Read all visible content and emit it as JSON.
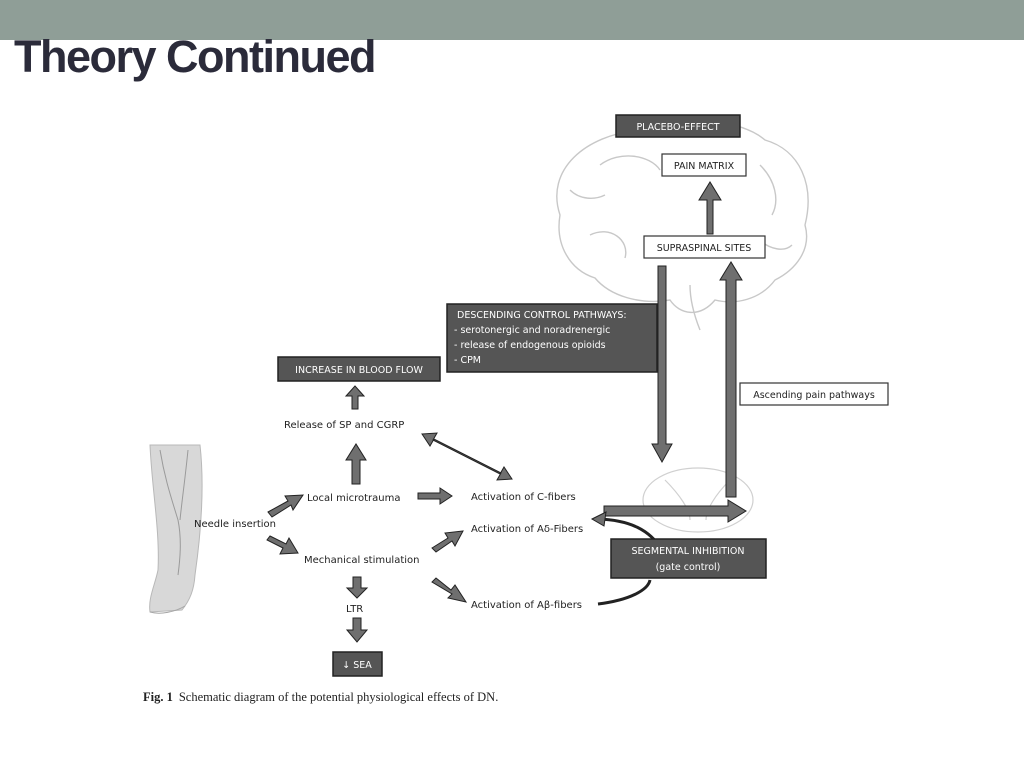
{
  "slide": {
    "title": "Theory Continued",
    "colors": {
      "top_bar": "#8f9e97",
      "title": "#2b2b3a",
      "box_dark": "#555555",
      "arrow_fill": "#6f6f6f"
    }
  },
  "diagram": {
    "boxes": {
      "placebo_effect": "PLACEBO-EFFECT",
      "pain_matrix": "PAIN MATRIX",
      "supraspinal_sites": "SUPRASPINAL SITES",
      "descending_control": {
        "heading": "DESCENDING CONTROL PATHWAYS:",
        "items": [
          "-   serotonergic and noradrenergic",
          "-   release of endogenous opioids",
          "-   CPM"
        ]
      },
      "increase_blood_flow": "INCREASE IN BLOOD FLOW",
      "ascending_pain_pathways": "Ascending pain pathways",
      "segmental_inhibition": {
        "line1": "SEGMENTAL INHIBITION",
        "line2": "(gate control)"
      },
      "sea": "↓ SEA"
    },
    "labels": {
      "release_sp_cgrp": "Release of SP and CGRP",
      "local_microtrauma": "Local microtrauma",
      "needle_insertion": "Needle insertion",
      "mechanical_stimulation": "Mechanical stimulation",
      "ltr": "LTR",
      "activation_c_fibers": "Activation of C-fibers",
      "activation_ad_fibers": "Activation of Aδ-Fibers",
      "activation_ab_fibers": "Activation of Aβ-fibers"
    }
  },
  "caption": {
    "label": "Fig. 1",
    "text": "Schematic diagram of the potential physiological effects of DN."
  }
}
